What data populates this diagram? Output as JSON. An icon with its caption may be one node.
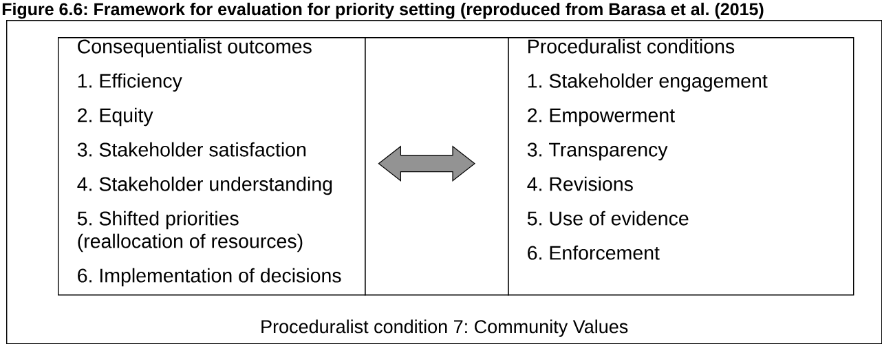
{
  "diagram": {
    "title": "Figure 6.6: Framework for evaluation for priority setting (reproduced from Barasa et al. (2015)",
    "nodes": [
      {
        "text": [
          "Proceduralist condition 7: Community Values"
        ]
      },
      {
        "text": [
          "Consequentialist outcomes",
          "1. Efficiency",
          "2. Equity",
          "3. Stakeholder satisfaction",
          "4. Stakeholder understanding",
          "5. Shifted priorities (reallocation of resources)",
          "6. Implementation of decisions"
        ],
        "in": 0
      },
      {
        "text": [],
        "shape": "box",
        "in": 0
      },
      {
        "text": [
          "Proceduralist conditions",
          "1. Stakeholder engagement",
          "2. Empowerment",
          "3. Transparency",
          "4. Revisions",
          "5. Use of evidence",
          "6. Enforcement"
        ],
        "in": 0
      }
    ],
    "edges": [
      {
        "from": 1,
        "to": 3,
        "arrow": "both"
      }
    ]
  }
}
